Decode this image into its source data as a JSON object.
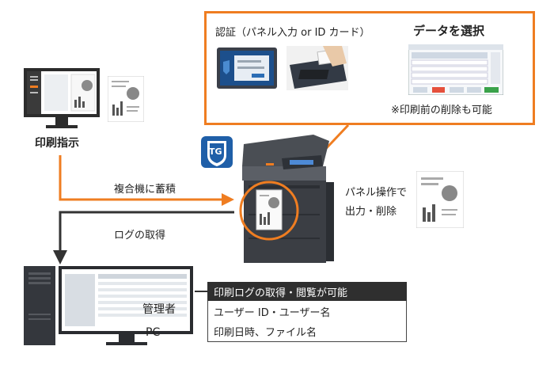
{
  "callout": {
    "auth_label": "認証（パネル入力 or ID カード）",
    "select_label": "データを選択",
    "note": "※印刷前の削除も可能"
  },
  "badge": {
    "label": "TG"
  },
  "pc_user": {
    "label": "印刷指示"
  },
  "flows": {
    "store": "複合機に蓄積",
    "log": "ログの取得"
  },
  "printer": {
    "panel_label_line1": "パネル操作で",
    "panel_label_line2": "出力・削除"
  },
  "admin": {
    "label_line1": "管理者",
    "label_line2": "PC"
  },
  "info_box": {
    "header": "印刷ログの取得・閲覧が可能",
    "rows": [
      "ユーザー ID・ユーザー名",
      "印刷日時、ファイル名"
    ]
  },
  "colors": {
    "accent": "#ef7d21",
    "dark": "#2f2f2f",
    "badge": "#1f5fa8"
  }
}
